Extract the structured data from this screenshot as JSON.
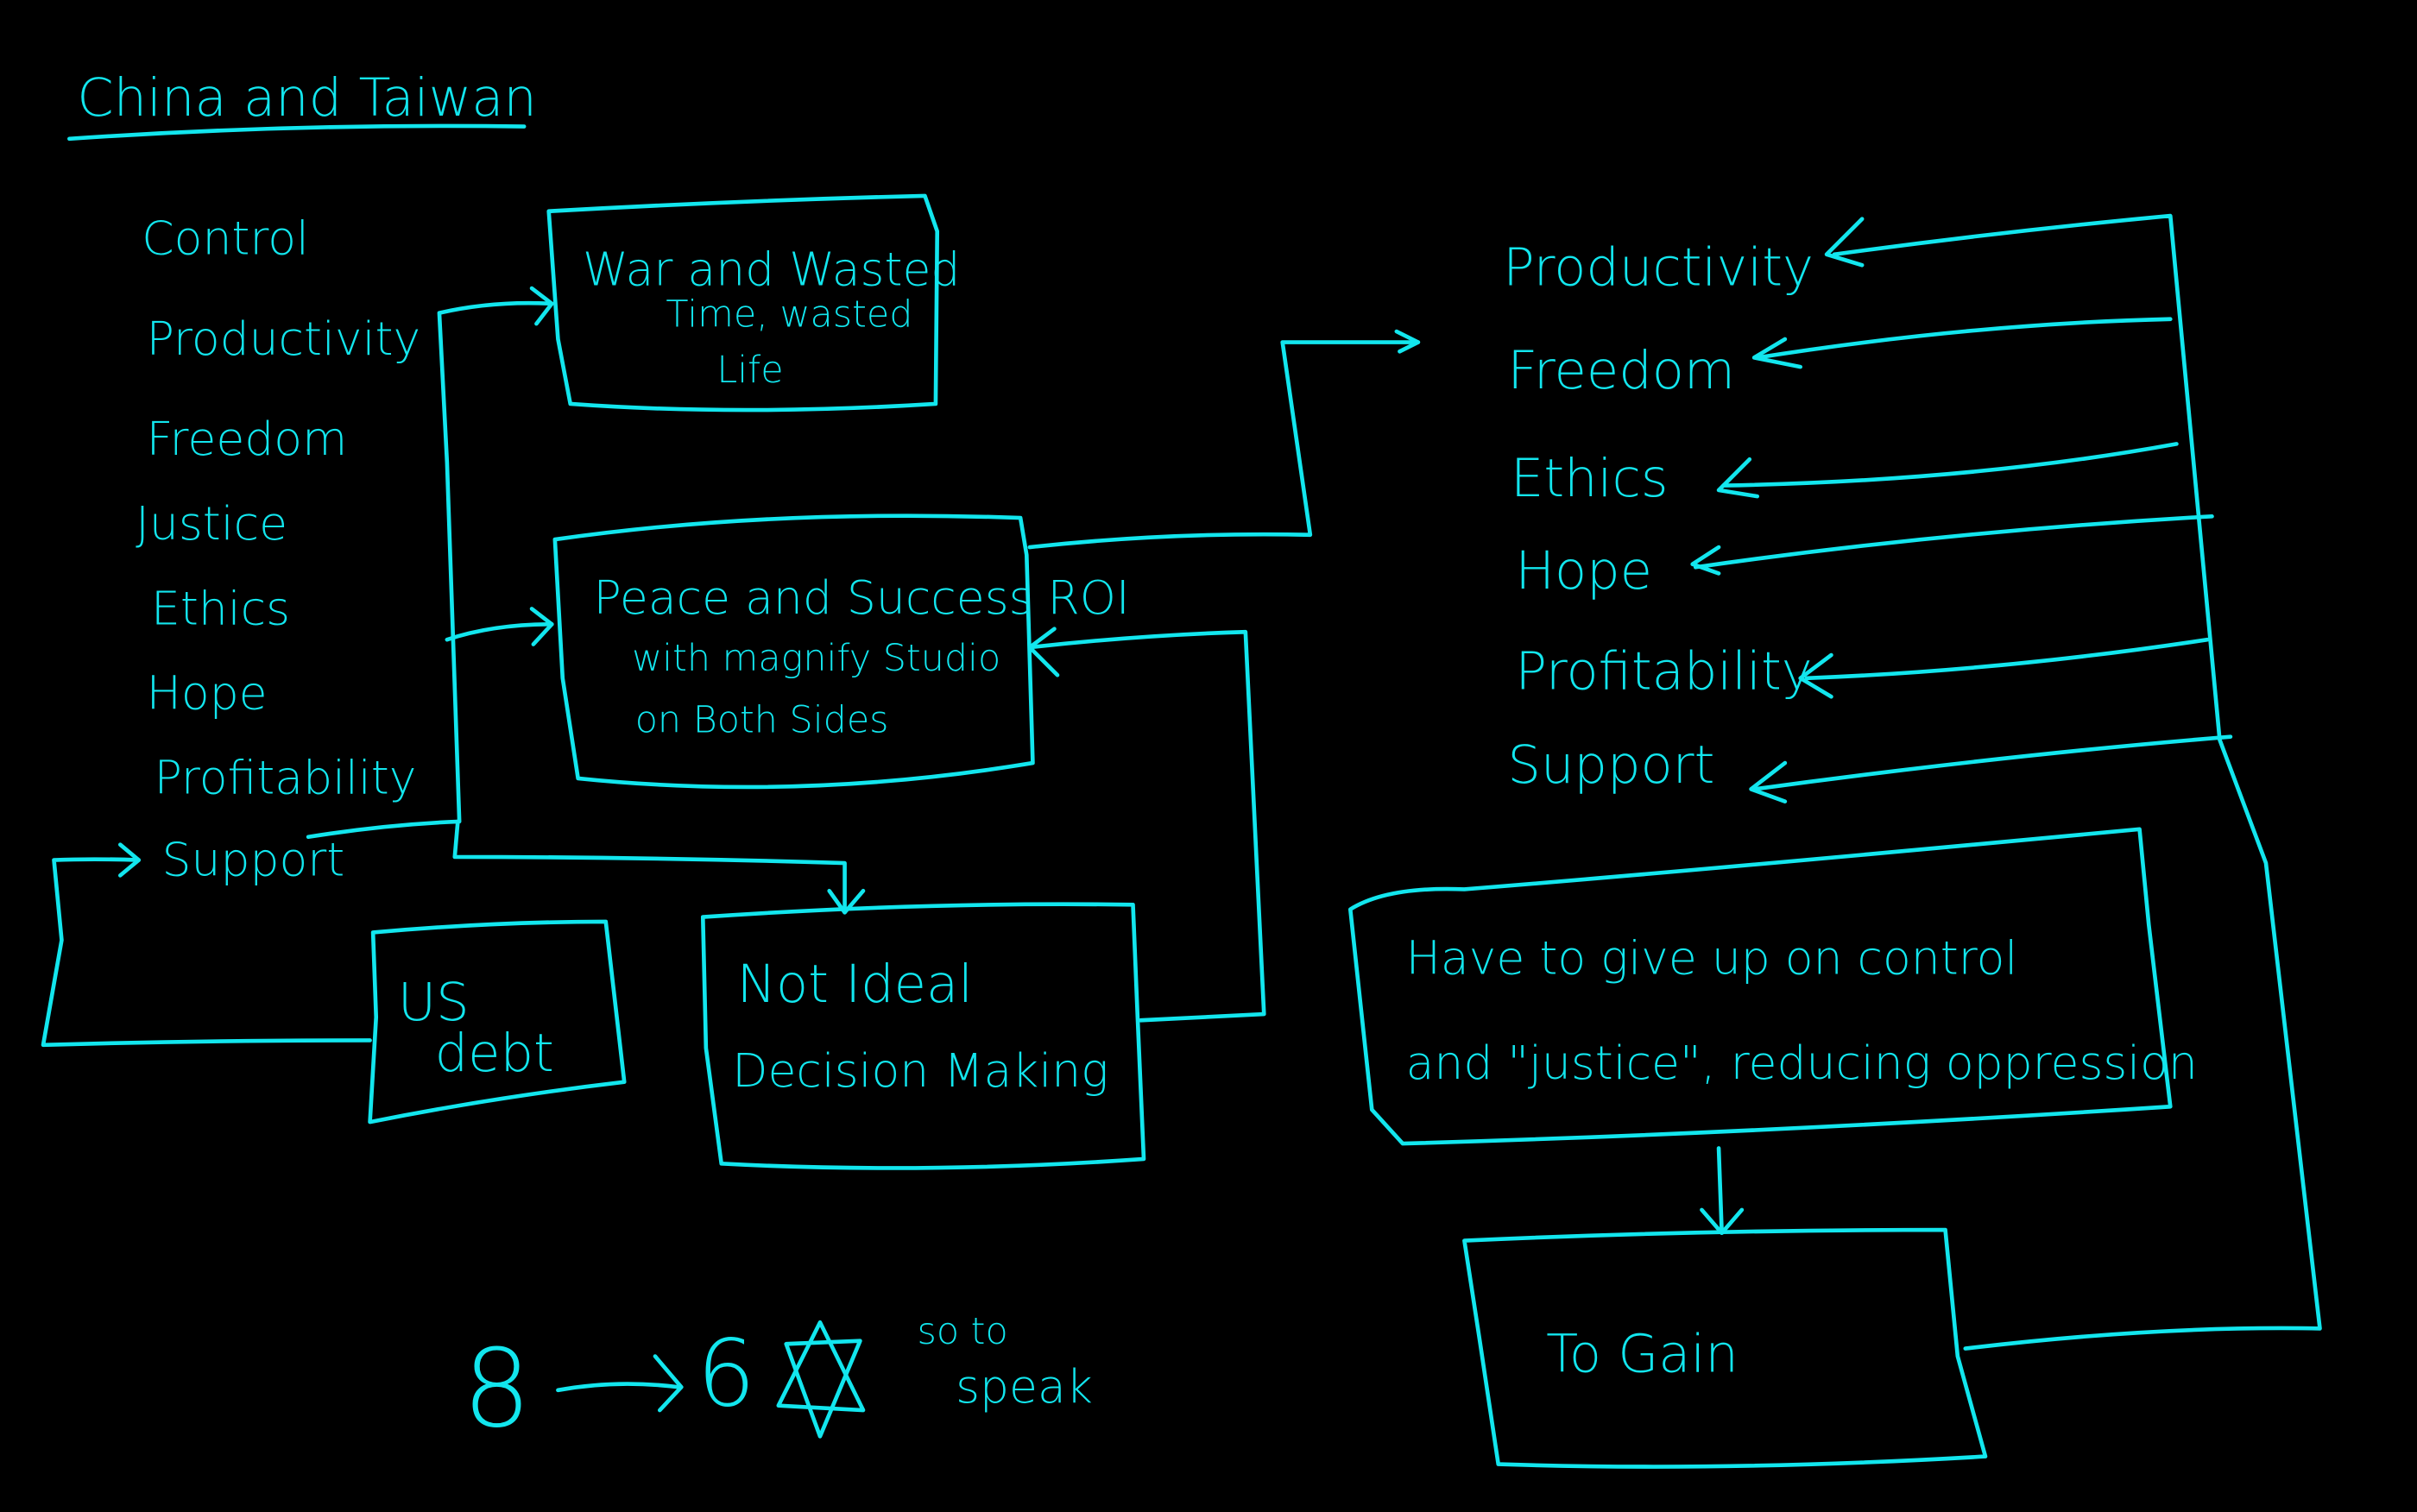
{
  "title": "China and Taiwan",
  "ink_color": "#12e6ee",
  "background_color": "#000000",
  "left_list": [
    "Control",
    "Productivity",
    "Freedom",
    "Justice",
    "Ethics",
    "Hope",
    "Profitability",
    "Support"
  ],
  "boxes": {
    "war": [
      "War and Wasted",
      "Time, wasted",
      "Life"
    ],
    "peace": [
      "Peace and Success ROI",
      "with magnify Studio",
      "on Both Sides"
    ],
    "not_ideal": [
      "Not Ideal",
      "Decision Making"
    ],
    "us_debt": [
      "US",
      "debt"
    ],
    "give_up": [
      "Have to give up on control",
      "and \"justice\", reducing oppression"
    ],
    "gain": [
      "To Gain"
    ]
  },
  "right_list": [
    "Productivity",
    "Freedom",
    "Ethics",
    "Hope",
    "Profitability",
    "Support"
  ],
  "footer": {
    "from": "8",
    "to": "6",
    "star": "✡",
    "note_line1": "so to",
    "note_line2": "speak"
  }
}
